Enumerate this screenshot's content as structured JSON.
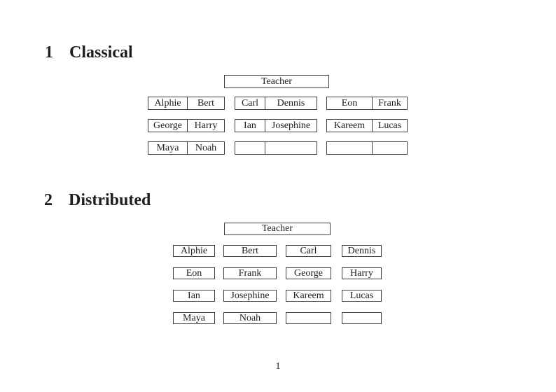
{
  "colors": {
    "border": "#3e3e3e",
    "text": "#1e1e1e",
    "background": "#ffffff"
  },
  "document": {
    "page_number": "1",
    "sections": {
      "classical": {
        "number": "1",
        "title": "Classical",
        "teacher_label": "Teacher",
        "rows": [
          {
            "desks": [
              {
                "seats": [
                  "Alphie",
                  "Bert"
                ]
              },
              {
                "seats": [
                  "Carl",
                  "Dennis"
                ]
              },
              {
                "seats": [
                  "Eon",
                  "Frank"
                ]
              }
            ]
          },
          {
            "desks": [
              {
                "seats": [
                  "George",
                  "Harry"
                ]
              },
              {
                "seats": [
                  "Ian",
                  "Josephine"
                ]
              },
              {
                "seats": [
                  "Kareem",
                  "Lucas"
                ]
              }
            ]
          },
          {
            "desks": [
              {
                "seats": [
                  "Maya",
                  "Noah"
                ]
              },
              {
                "seats": [
                  "",
                  ""
                ]
              },
              {
                "seats": [
                  "",
                  ""
                ]
              }
            ]
          }
        ]
      },
      "distributed": {
        "number": "2",
        "title": "Distributed",
        "teacher_label": "Teacher",
        "rows": [
          {
            "seats": [
              "Alphie",
              "Bert",
              "Carl",
              "Dennis"
            ]
          },
          {
            "seats": [
              "Eon",
              "Frank",
              "George",
              "Harry"
            ]
          },
          {
            "seats": [
              "Ian",
              "Josephine",
              "Kareem",
              "Lucas"
            ]
          },
          {
            "seats": [
              "Maya",
              "Noah",
              "",
              ""
            ]
          }
        ]
      }
    }
  }
}
